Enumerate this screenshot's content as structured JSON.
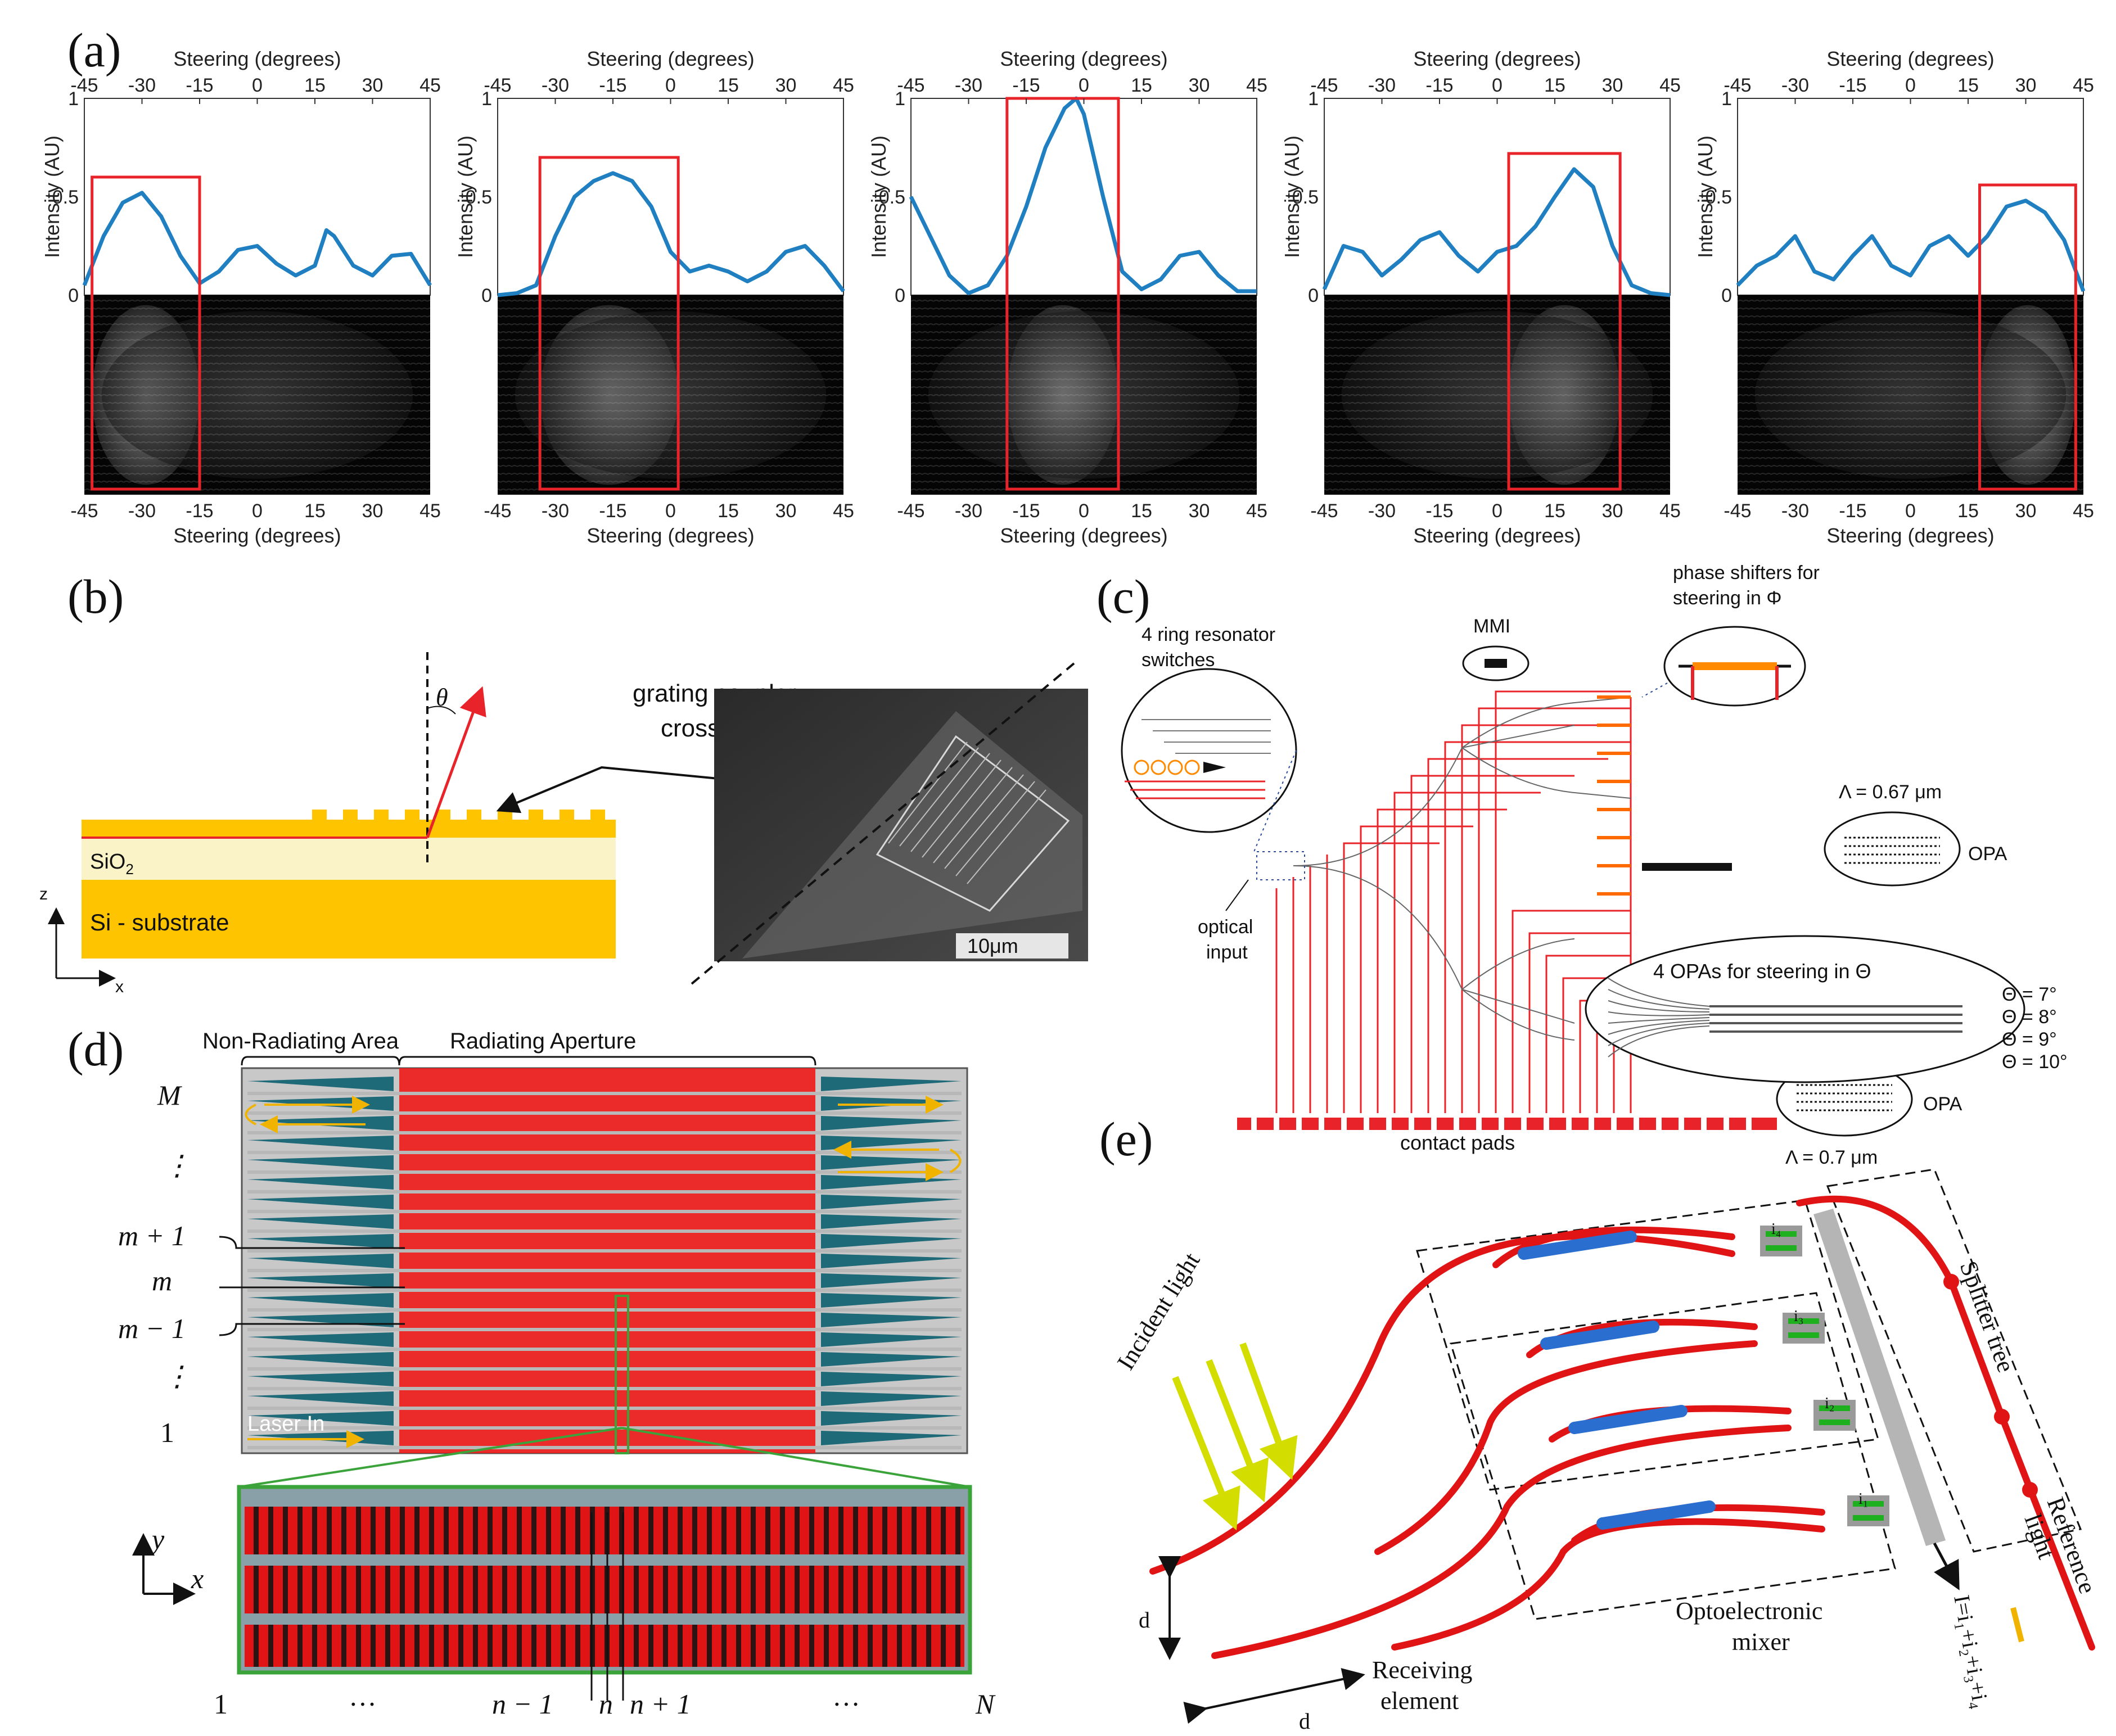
{
  "panel_letters": {
    "a": "(a)",
    "b": "(b)",
    "c": "(c)",
    "d": "(d)",
    "e": "(e)"
  },
  "panel_a": {
    "axis_title_top": "Steering (degrees)",
    "axis_title_bottom": "Steering (degrees)",
    "ylabel": "Intensity (AU)",
    "x_ticks": [
      "-45",
      "-30",
      "-15",
      "0",
      "15",
      "30",
      "45"
    ],
    "y_ticks": [
      "1",
      "0.5",
      "0"
    ],
    "highlight_color": "#e8242a",
    "curve_color": "#1f7fc0"
  },
  "chart_data": [
    {
      "type": "line",
      "xlabel": "Steering (degrees)",
      "ylabel": "Intensity (AU)",
      "xlim": [
        -45,
        45
      ],
      "ylim": [
        0,
        1
      ],
      "x": [
        -45,
        -40,
        -35,
        -30,
        -25,
        -20,
        -15,
        -10,
        -5,
        0,
        5,
        10,
        15,
        18,
        20,
        25,
        30,
        35,
        40,
        45
      ],
      "series": [
        {
          "values": [
            0.05,
            0.3,
            0.47,
            0.52,
            0.4,
            0.2,
            0.06,
            0.12,
            0.23,
            0.25,
            0.16,
            0.1,
            0.15,
            0.33,
            0.3,
            0.15,
            0.1,
            0.2,
            0.21,
            0.05
          ]
        }
      ],
      "highlight": [
        -43,
        -15
      ]
    },
    {
      "type": "line",
      "xlabel": "Steering (degrees)",
      "ylabel": "Intensity (AU)",
      "xlim": [
        -45,
        45
      ],
      "ylim": [
        0,
        1
      ],
      "x": [
        -45,
        -40,
        -35,
        -30,
        -25,
        -20,
        -15,
        -10,
        -5,
        0,
        5,
        10,
        15,
        20,
        25,
        30,
        35,
        40,
        45
      ],
      "series": [
        {
          "values": [
            0,
            0.01,
            0.05,
            0.3,
            0.5,
            0.58,
            0.62,
            0.58,
            0.45,
            0.22,
            0.12,
            0.15,
            0.12,
            0.07,
            0.12,
            0.22,
            0.25,
            0.15,
            0.02
          ]
        }
      ],
      "highlight": [
        -34,
        2
      ]
    },
    {
      "type": "line",
      "xlabel": "Steering (degrees)",
      "ylabel": "Intensity (AU)",
      "xlim": [
        -45,
        45
      ],
      "ylim": [
        0,
        1
      ],
      "x": [
        -45,
        -40,
        -35,
        -30,
        -25,
        -20,
        -15,
        -10,
        -5,
        -2,
        0,
        5,
        10,
        15,
        20,
        25,
        30,
        35,
        40,
        45
      ],
      "series": [
        {
          "values": [
            0.5,
            0.3,
            0.1,
            0.01,
            0.05,
            0.2,
            0.45,
            0.75,
            0.95,
            1.0,
            0.92,
            0.5,
            0.12,
            0.03,
            0.08,
            0.2,
            0.22,
            0.1,
            0.02,
            0.02
          ]
        }
      ],
      "highlight": [
        -20,
        9
      ]
    },
    {
      "type": "line",
      "xlabel": "Steering (degrees)",
      "ylabel": "Intensity (AU)",
      "xlim": [
        -45,
        45
      ],
      "ylim": [
        0,
        1
      ],
      "x": [
        -45,
        -40,
        -35,
        -30,
        -25,
        -20,
        -15,
        -10,
        -5,
        0,
        5,
        10,
        15,
        20,
        25,
        30,
        35,
        40,
        45
      ],
      "series": [
        {
          "values": [
            0.03,
            0.25,
            0.22,
            0.1,
            0.18,
            0.28,
            0.32,
            0.2,
            0.12,
            0.22,
            0.25,
            0.35,
            0.5,
            0.64,
            0.55,
            0.25,
            0.05,
            0.01,
            0.0
          ]
        }
      ],
      "highlight": [
        3,
        32
      ]
    },
    {
      "type": "line",
      "xlabel": "Steering (degrees)",
      "ylabel": "Intensity (AU)",
      "xlim": [
        -45,
        45
      ],
      "ylim": [
        0,
        1
      ],
      "x": [
        -45,
        -40,
        -35,
        -30,
        -25,
        -20,
        -15,
        -10,
        -5,
        0,
        5,
        10,
        15,
        20,
        25,
        30,
        35,
        40,
        45
      ],
      "series": [
        {
          "values": [
            0.05,
            0.15,
            0.2,
            0.3,
            0.12,
            0.08,
            0.2,
            0.3,
            0.15,
            0.1,
            0.25,
            0.3,
            0.2,
            0.3,
            0.45,
            0.48,
            0.42,
            0.28,
            0.02
          ]
        }
      ],
      "highlight": [
        18,
        43
      ]
    }
  ],
  "panel_b": {
    "grating_label_1": "grating coupler",
    "grating_label_2": "cross section",
    "theta": "θ",
    "sio2": "SiO",
    "sio2_sub": "2",
    "substrate": "Si - substrate",
    "axis_z": "z",
    "axis_x": "x",
    "scale_bar": "10μm"
  },
  "panel_c": {
    "ring_label_1": "4 ring resonator",
    "ring_label_2": "switches",
    "mmi": "MMI",
    "phase_label_1": "phase shifters for",
    "phase_label_2": "steering in Φ",
    "lambda1": "Λ = 0.67 μm",
    "lambda2": "Λ = 0.7 μm",
    "opa1": "OPA",
    "opa2": "OPA",
    "optical_1": "optical",
    "optical_2": "input",
    "opas_label": "4 OPAs for steering in Θ",
    "theta_vals": [
      "Θ = 7°",
      "Θ = 8°",
      "Θ = 9°",
      "Θ = 10°"
    ],
    "contact_pads": "contact pads"
  },
  "panel_d": {
    "non_radiating": "Non-Radiating Area",
    "radiating": "Radiating Aperture",
    "row_labels": [
      "M",
      "⋮",
      "m + 1",
      "m",
      "m − 1",
      "⋮",
      "1"
    ],
    "laser_in": "Laser In",
    "col_labels": [
      "1",
      "···",
      "n − 1",
      "n",
      "n + 1",
      "···",
      "N"
    ],
    "axis_y": "y",
    "axis_x": "x"
  },
  "panel_e": {
    "incident": "Incident light",
    "splitter": "Splitter tree",
    "reference_1": "Reference",
    "reference_2": "light",
    "optoelectronic_1": "Optoelectronic",
    "optoelectronic_2": "mixer",
    "receiving_1": "Receiving",
    "receiving_2": "element",
    "d1": "d",
    "d2": "d",
    "currents": [
      "i₄",
      "i₃",
      "i₂",
      "i₁"
    ],
    "sum": "I=i₁+i₂+i₃+i₄"
  }
}
